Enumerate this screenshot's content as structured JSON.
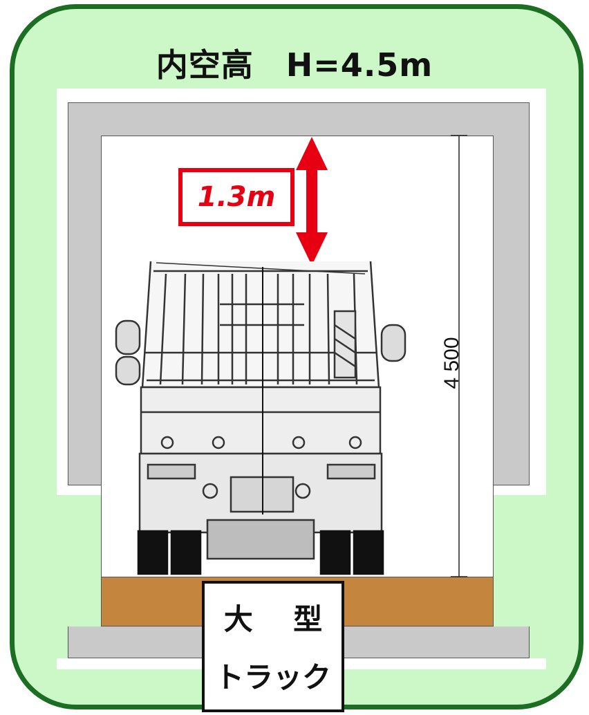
{
  "title": "内空高　H=4.5m",
  "dimension_label": "4 500",
  "clearance_label": "1.3m",
  "vehicle_label": {
    "line1": "大 型",
    "line2": "トラック"
  },
  "colors": {
    "panel_fill": "#ccf8c8",
    "panel_border": "#1c6e22",
    "tunnel_wall": "#c9c9c9",
    "road": "#c4863e",
    "clearance": "#e60012"
  }
}
